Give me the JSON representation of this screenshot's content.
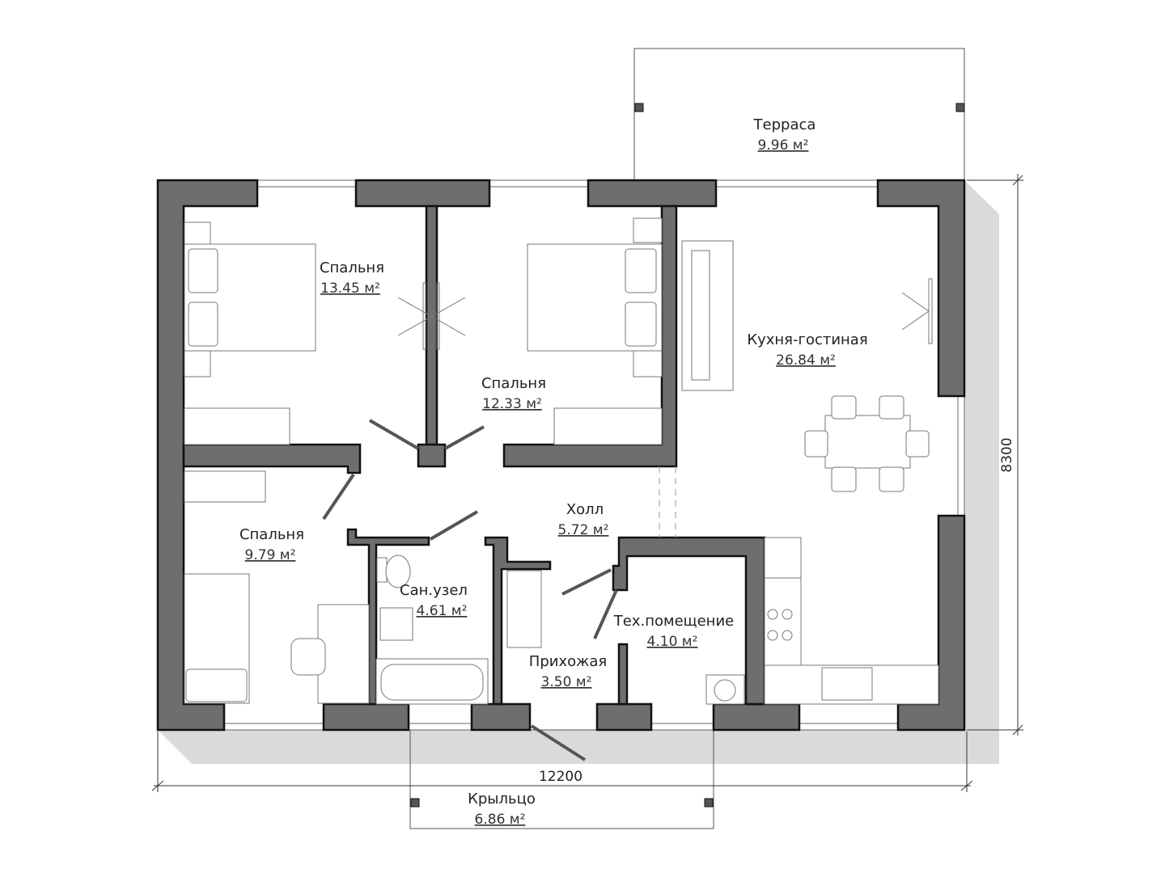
{
  "plan": {
    "rooms": [
      {
        "name": "Терраса",
        "area": "9.96 м²"
      },
      {
        "name": "Спальня",
        "area": "13.45 м²"
      },
      {
        "name": "Спальня",
        "area": "12.33 м²"
      },
      {
        "name": "Кухня-гостиная",
        "area": "26.84 м²"
      },
      {
        "name": "Спальня",
        "area": "9.79 м²"
      },
      {
        "name": "Холл",
        "area": "5.72 м²"
      },
      {
        "name": "Сан.узел",
        "area": "4.61 м²"
      },
      {
        "name": "Тех.помещение",
        "area": "4.10 м²"
      },
      {
        "name": "Прихожая",
        "area": "3.50 м²"
      },
      {
        "name": "Крыльцо",
        "area": "6.86 м²"
      }
    ],
    "dimensions": {
      "width": "12200",
      "height": "8300"
    },
    "colors": {
      "wall": "#6e6e6e",
      "shadow": "#d9d9d9"
    }
  }
}
